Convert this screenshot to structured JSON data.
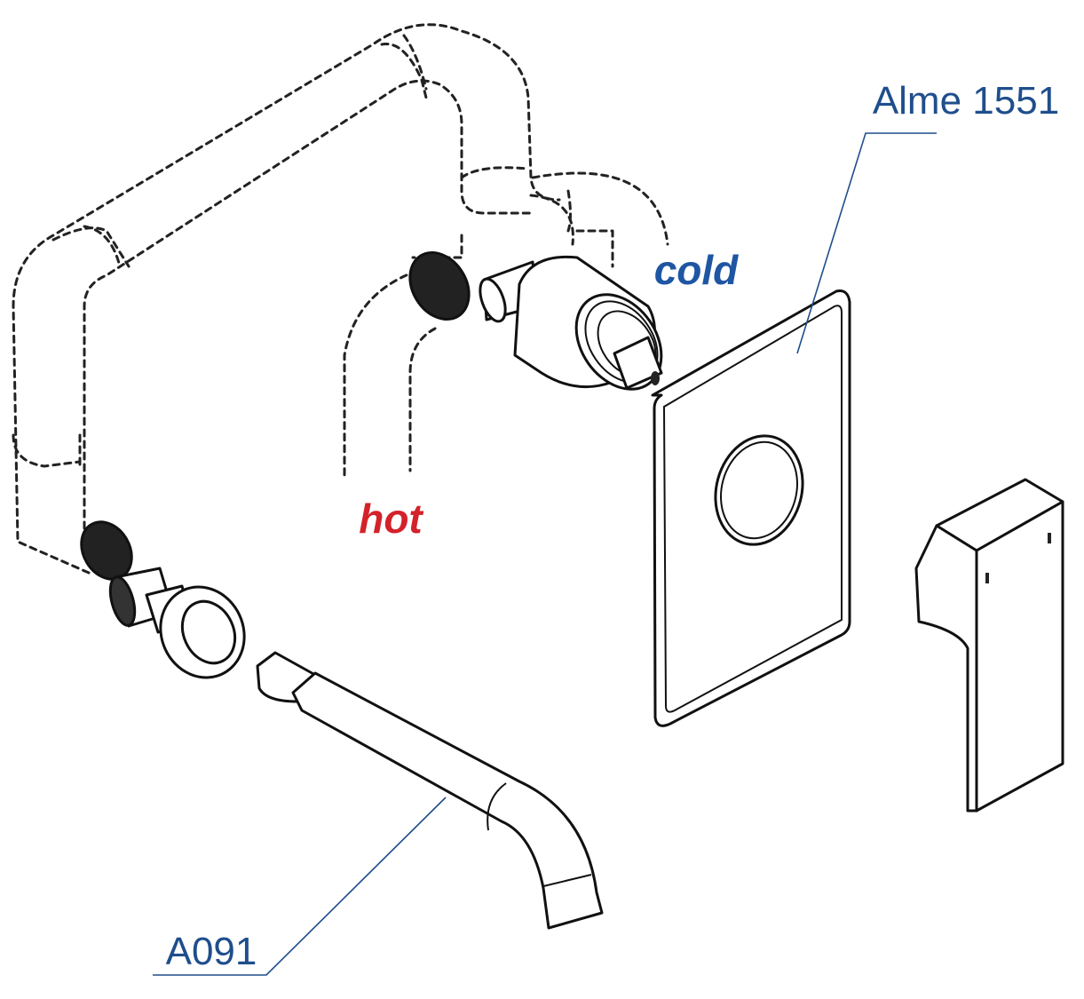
{
  "labels": {
    "panel_model": "Alme 1551",
    "spout_model": "A091",
    "cold": "cold",
    "hot": "hot"
  },
  "colors": {
    "leader_blue": "#1f4e8c",
    "cold_blue": "#1f56a3",
    "hot_red": "#d3222a",
    "line_black": "#111111"
  }
}
